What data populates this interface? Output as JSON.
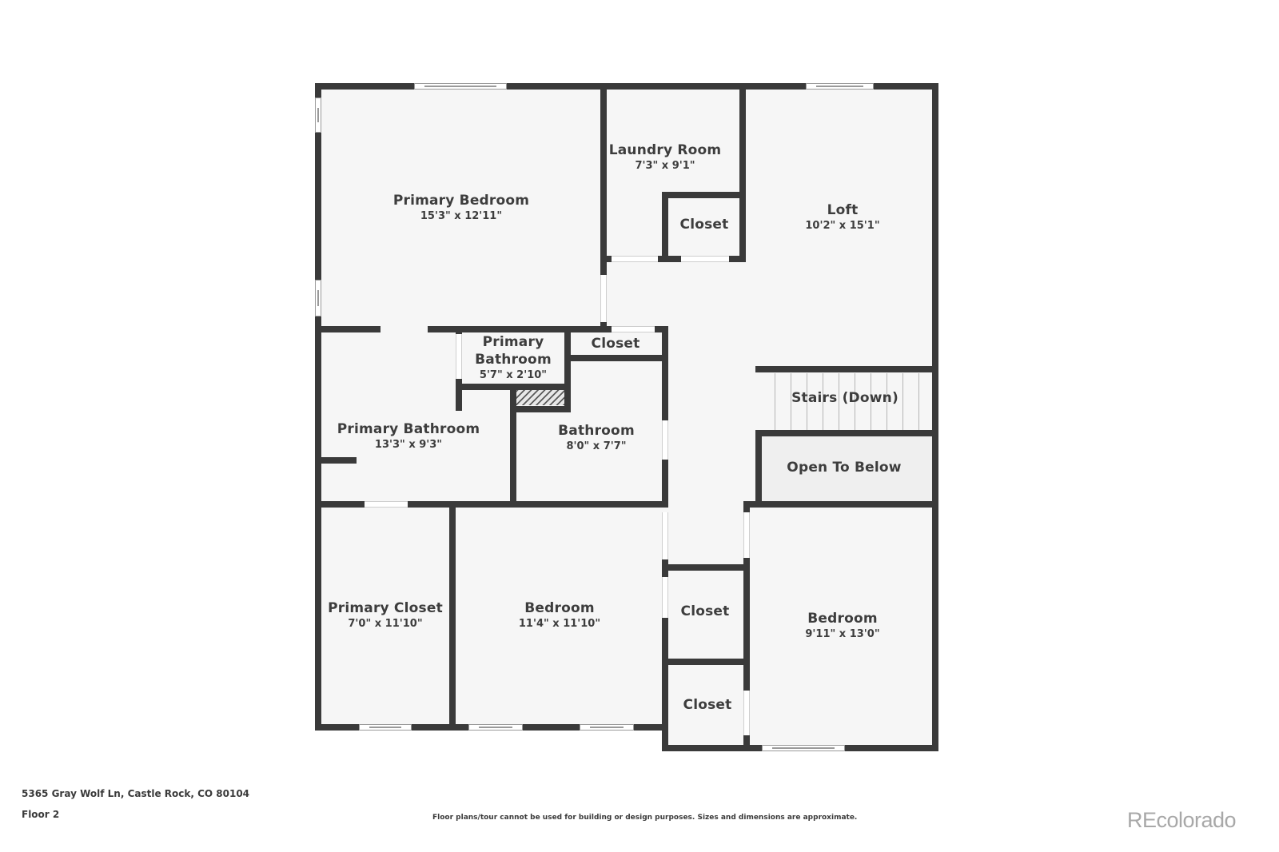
{
  "floorplan": {
    "rooms": [
      {
        "id": "primary-bedroom",
        "name": "Primary Bedroom",
        "dimensions": "15'3\" x 12'11\""
      },
      {
        "id": "laundry-room",
        "name": "Laundry Room",
        "dimensions": "7'3\" x 9'1\""
      },
      {
        "id": "laundry-closet",
        "name": "Closet",
        "dimensions": ""
      },
      {
        "id": "loft",
        "name": "Loft",
        "dimensions": "10'2\" x 15'1\""
      },
      {
        "id": "primary-bathroom-small",
        "name": "Primary Bathroom",
        "name_line1": "Primary",
        "name_line2": "Bathroom",
        "dimensions": "5'7\" x 2'10\""
      },
      {
        "id": "hall-closet-top",
        "name": "Closet",
        "dimensions": ""
      },
      {
        "id": "stairs-down",
        "name": "Stairs (Down)",
        "dimensions": ""
      },
      {
        "id": "primary-bathroom",
        "name": "Primary Bathroom",
        "dimensions": "13'3\" x 9'3\""
      },
      {
        "id": "bathroom",
        "name": "Bathroom",
        "dimensions": "8'0\" x 7'7\""
      },
      {
        "id": "open-to-below",
        "name": "Open To Below",
        "dimensions": ""
      },
      {
        "id": "primary-closet",
        "name": "Primary Closet",
        "dimensions": "7'0\" x 11'10\""
      },
      {
        "id": "bedroom-2",
        "name": "Bedroom",
        "dimensions": "11'4\" x 11'10\""
      },
      {
        "id": "hall-closet-mid",
        "name": "Closet",
        "dimensions": ""
      },
      {
        "id": "bedroom-3",
        "name": "Bedroom",
        "dimensions": "9'11\" x 13'0\""
      },
      {
        "id": "hall-closet-bottom",
        "name": "Closet",
        "dimensions": ""
      }
    ],
    "colors": {
      "wall": "#3a3a3a",
      "floor": "#f6f6f6",
      "open_to_below": "#efefef",
      "text": "#3d3d3d"
    }
  },
  "footer": {
    "address": "5365 Gray Wolf Ln, Castle Rock, CO 80104",
    "floor": "Floor 2",
    "disclaimer": "Floor plans/tour cannot be used for building or design purposes. Sizes and dimensions are approximate.",
    "brand": "REcolorado"
  }
}
